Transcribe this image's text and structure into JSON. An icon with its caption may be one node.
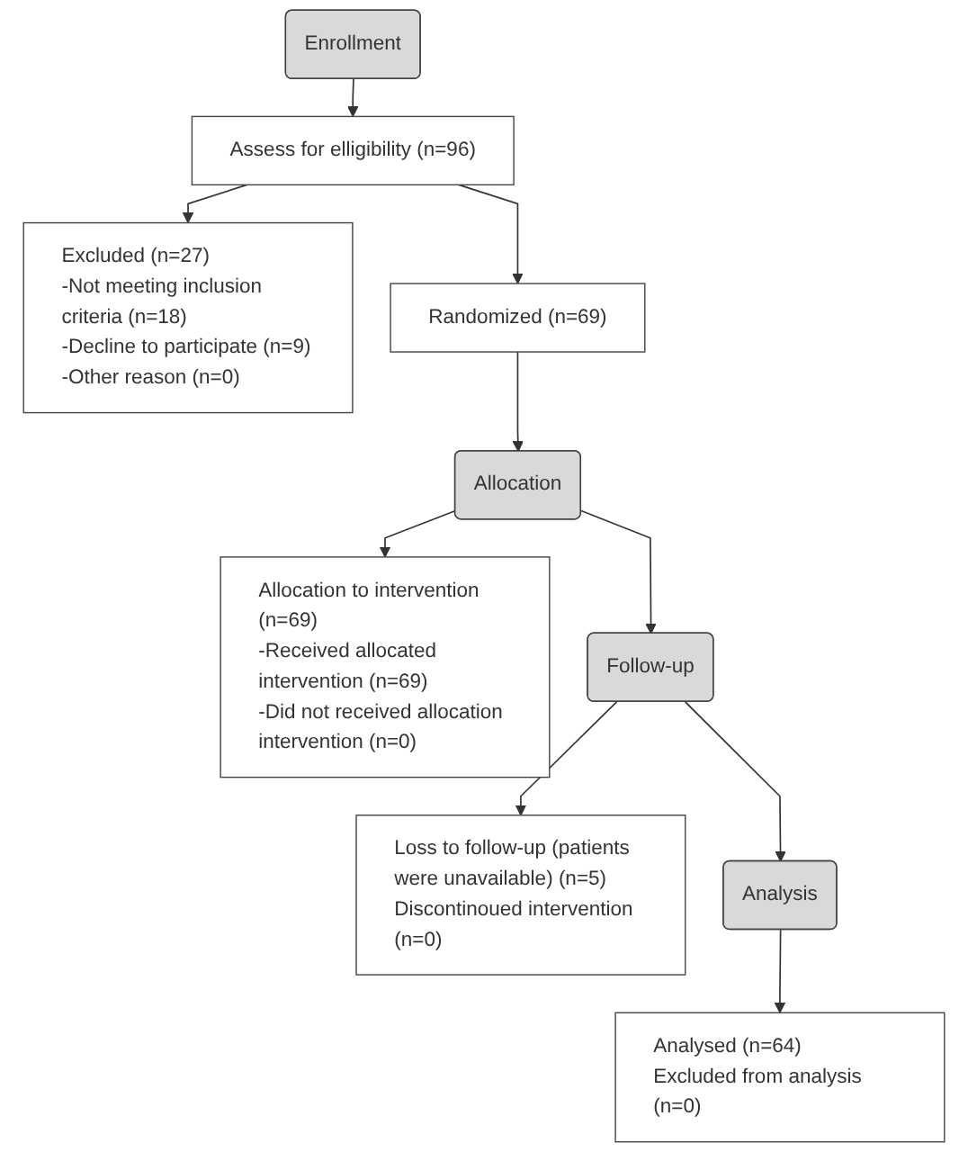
{
  "diagram": {
    "nodes": [
      {
        "text": [
          "Enrollment"
        ]
      },
      {
        "text": [
          "Assess for elligibility (n=96)"
        ]
      },
      {
        "text": [
          "Excluded (n=27)",
          "-Not meeting inclusion criteria (n=18)",
          "-Decline to participate (n=9)",
          "-Other reason (n=0)"
        ]
      },
      {
        "text": [
          "Randomized (n=69)"
        ]
      },
      {
        "text": [
          "Allocation"
        ]
      },
      {
        "text": [
          "Allocation to intervention (n=69)",
          "-Received allocated intervention (n=69)",
          "-Did not received allocation intervention (n=0)"
        ]
      },
      {
        "text": [
          "Follow-up"
        ]
      },
      {
        "text": [
          "Loss to follow-up (patients were unavailable) (n=5)",
          "Discontinoued intervention (n=0)"
        ]
      },
      {
        "text": [
          "Analysis"
        ]
      },
      {
        "text": [
          "Analysed (n=64)",
          "Excluded from analysis (n=0)"
        ]
      }
    ],
    "edges": [
      {
        "from": 0,
        "to": 1,
        "arrow": "to"
      },
      {
        "from": 1,
        "to": 2,
        "arrow": "to"
      },
      {
        "from": 1,
        "to": 3,
        "arrow": "to"
      },
      {
        "from": 3,
        "to": 4,
        "arrow": "to"
      },
      {
        "from": 4,
        "to": 5,
        "arrow": "to"
      },
      {
        "from": 4,
        "to": 6,
        "arrow": "to"
      },
      {
        "from": 6,
        "to": 7,
        "arrow": "to"
      },
      {
        "from": 6,
        "to": 8,
        "arrow": "to"
      },
      {
        "from": 8,
        "to": 9,
        "arrow": "to"
      }
    ]
  }
}
